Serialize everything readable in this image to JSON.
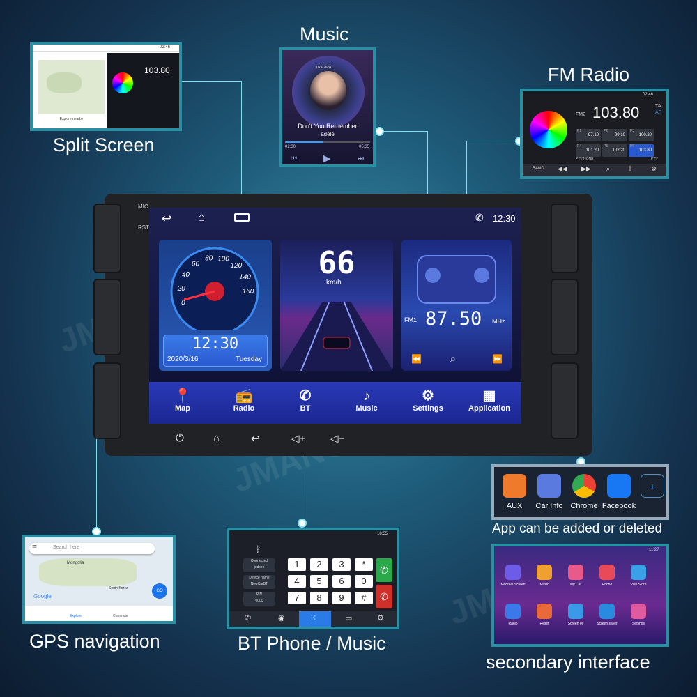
{
  "labels": {
    "music": "Music",
    "fm_radio": "FM Radio",
    "split_screen": "Split Screen",
    "gps": "GPS navigation",
    "bt": "BT Phone / Music",
    "app_added": "App can be added or deleted",
    "secondary": "secondary interface"
  },
  "watermark": "JMANCE",
  "head_unit": {
    "mic": "MIC",
    "rst": "RST",
    "clock": "12:30",
    "speedo_ticks": [
      "0",
      "20",
      "40",
      "60",
      "80",
      "100",
      "120",
      "140",
      "160"
    ],
    "time_card": {
      "time": "12:30",
      "date": "2020/3/16",
      "weekday": "Tuesday"
    },
    "speed": {
      "value": "66",
      "unit": "km/h"
    },
    "radio_card": {
      "band": "FM1",
      "freq": "87.50",
      "unit": "MHz"
    },
    "dock": [
      {
        "label": "Map",
        "icon": "map-pin-icon"
      },
      {
        "label": "Radio",
        "icon": "radio-icon"
      },
      {
        "label": "BT",
        "icon": "phone-icon"
      },
      {
        "label": "Music",
        "icon": "music-note-icon"
      },
      {
        "label": "Settings",
        "icon": "gear-icon"
      },
      {
        "label": "Application",
        "icon": "grid-icon"
      }
    ]
  },
  "music_screen": {
    "song": "Don't You Remember",
    "artist": "adele",
    "elapsed": "02:30",
    "total": "05:35",
    "album": "TRAGIRA"
  },
  "fm_screen": {
    "time": "02:46",
    "band": "FM2",
    "freq": "103.80",
    "tag": "TA",
    "af": "AF",
    "presets": [
      {
        "n": "P1",
        "f": "97.10"
      },
      {
        "n": "P2",
        "f": "99.10"
      },
      {
        "n": "P3",
        "f": "100.20"
      },
      {
        "n": "P4",
        "f": "101.20"
      },
      {
        "n": "P5",
        "f": "102.20"
      },
      {
        "n": "P6",
        "f": "103.80"
      }
    ],
    "pty": "PTY NONE",
    "pty2": "PTY",
    "band_btn": "BAND"
  },
  "split_screen": {
    "time": "02:46",
    "freq": "103.80",
    "explore": "Explore nearby"
  },
  "gps_screen": {
    "search": "Search here",
    "country": "Mongolia",
    "korea": "South Korea",
    "google": "Google",
    "explore": "Explore",
    "commute": "Commute",
    "go": "GO"
  },
  "bt_screen": {
    "time": "18:55",
    "connected": "Connected",
    "connected_val": "judson",
    "device_name": "Device name",
    "device_val": "NewCarBT",
    "pin": "PIN",
    "pin_val": "0000",
    "keys": [
      "1",
      "2",
      "3",
      "*",
      "4",
      "5",
      "6",
      "0",
      "7",
      "8",
      "9",
      "#"
    ]
  },
  "apps": [
    {
      "label": "AUX",
      "color": "#f07a2c"
    },
    {
      "label": "Car Info",
      "color": "#5a7ae0"
    },
    {
      "label": "Chrome",
      "color": "#ffffff"
    },
    {
      "label": "Facebook",
      "color": "#1877f2"
    }
  ],
  "secondary_screen": {
    "time": "11:27",
    "apps": [
      {
        "label": "Mudrive Screen",
        "color": "#6d5ce8"
      },
      {
        "label": "Music",
        "color": "#f0a030"
      },
      {
        "label": "My Car",
        "color": "#e85a8a"
      },
      {
        "label": "Phone",
        "color": "#e84a5a"
      },
      {
        "label": "Play Store",
        "color": "#3aa0e8"
      },
      {
        "label": "Radio",
        "color": "#3a7ae8"
      },
      {
        "label": "Reset",
        "color": "#e86a3a"
      },
      {
        "label": "Screen off",
        "color": "#3a9ae8"
      },
      {
        "label": "Screen saver",
        "color": "#2a8ae0"
      },
      {
        "label": "Settings",
        "color": "#e05aa0"
      }
    ]
  }
}
